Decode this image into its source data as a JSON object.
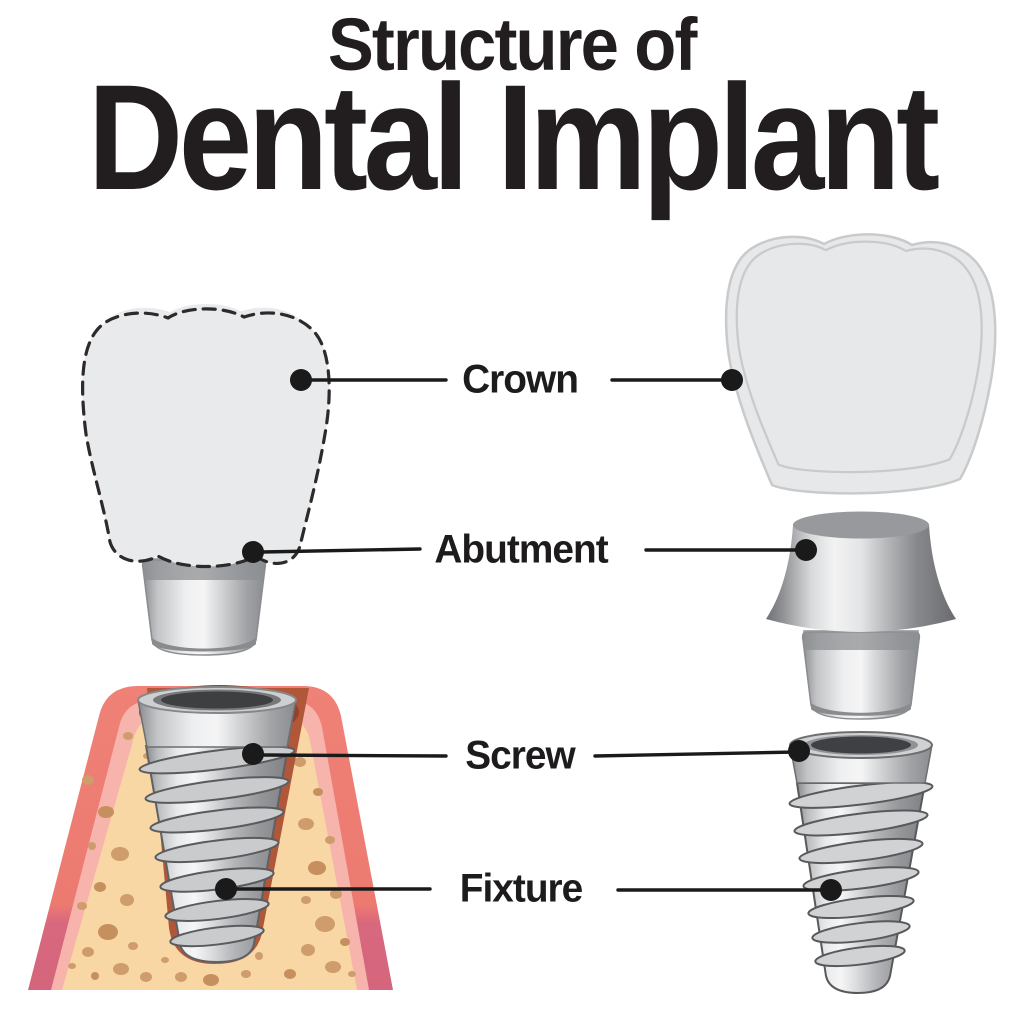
{
  "title": {
    "line1": "Structure of",
    "line2": "Dental Implant"
  },
  "labels": {
    "crown": "Crown",
    "abutment": "Abutment",
    "screw": "Screw",
    "fixture": "Fixture"
  },
  "colors": {
    "text": "#221e1f",
    "connector": "#1a1a1a",
    "metal_light": "#f2f3f3",
    "metal_mid": "#a7a9ac",
    "metal_dark": "#6d6e71",
    "ghost_crown_fill": "#e9eaec",
    "crown_white": "#ffffff",
    "crown_shade": "#e7e8e9",
    "gum_salmon": "#ee7d71",
    "gum_rose": "#d7677e",
    "gum_highlight": "#f7b4ac",
    "bone": "#f8d7a4",
    "bone_speckle": "#cf9c6b",
    "socket": "#b0573a",
    "socket_shadow": "#8f4329",
    "implant_opening": "#3e3f41"
  }
}
